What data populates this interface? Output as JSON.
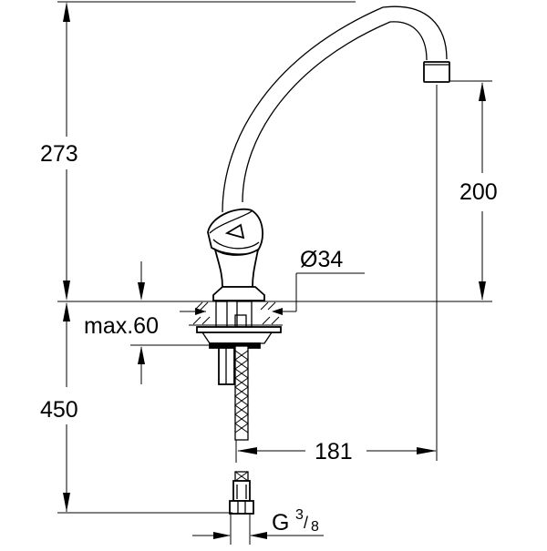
{
  "drawing": {
    "subject": "single-lever sink mixer with swivel spout",
    "colors": {
      "line": "#000000",
      "background": "#ffffff"
    },
    "dimensions": {
      "total_height_above_deck": "273",
      "spout_outlet_height": "200",
      "body_diameter": "Ø34",
      "max_deck_thickness": "max.60",
      "hose_length_below_deck": "450",
      "spout_reach": "181",
      "connection_thread_prefix": "G",
      "connection_thread_num": "3",
      "connection_thread_sep": "/",
      "connection_thread_den": "8"
    }
  }
}
